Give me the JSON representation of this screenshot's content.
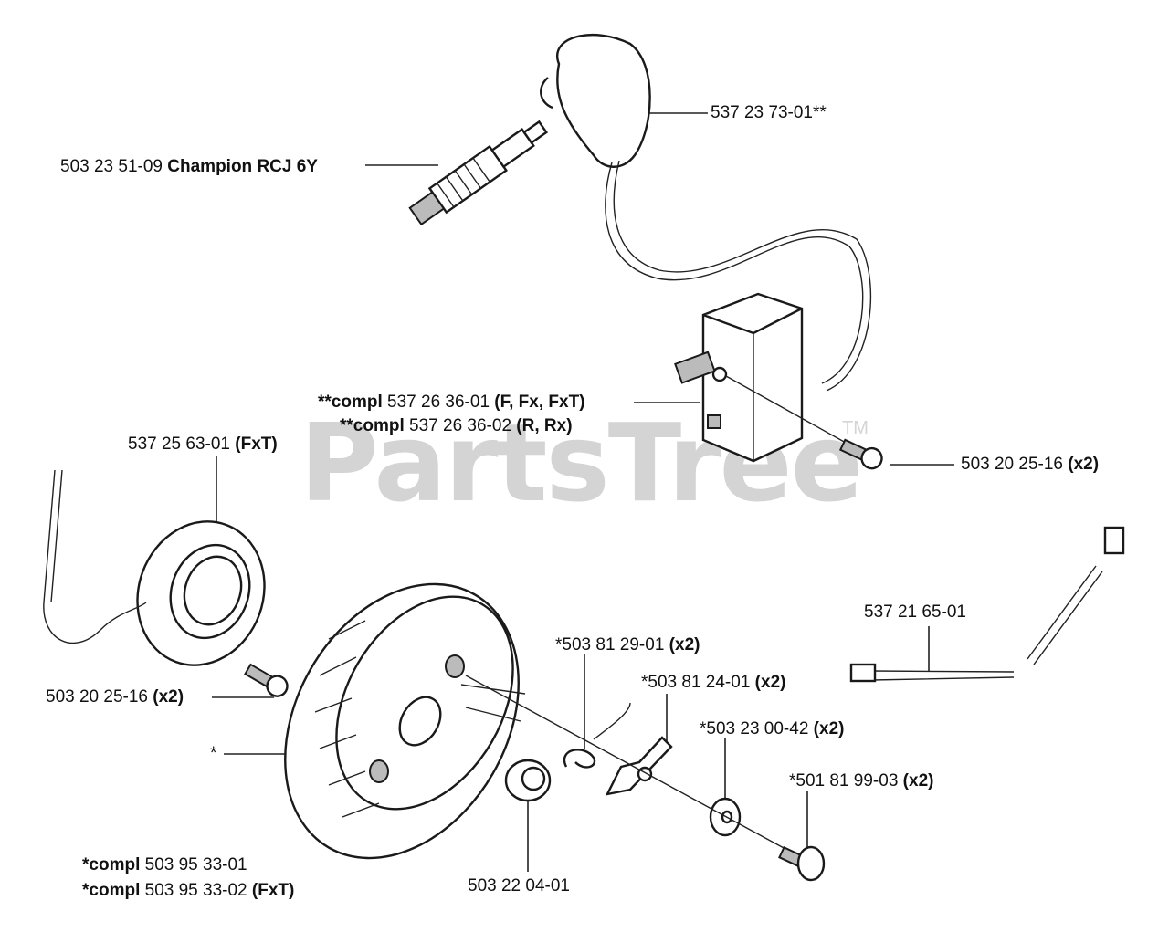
{
  "watermark": {
    "text": "PartsTree",
    "mark": "TM"
  },
  "labels": [
    {
      "id": "coil-cap",
      "num": "537 23 73-01**",
      "bold": ""
    },
    {
      "id": "spark-plug",
      "num": "503 23 51-09",
      "bold": "Champion RCJ 6Y"
    },
    {
      "id": "ignition-module-a",
      "prefix": "**compl",
      "num": " 537 26 36-01",
      "bold": "(F, Fx, FxT)"
    },
    {
      "id": "ignition-module-b",
      "prefix": "**compl",
      "num": " 537 26 36-02",
      "bold": "(R, Rx)"
    },
    {
      "id": "module-screw",
      "num": "503 20 25-16",
      "bold": "(x2)"
    },
    {
      "id": "generator",
      "num": "537 25 63-01",
      "bold": "(FxT)"
    },
    {
      "id": "generator-screw",
      "num": "503 20 25-16",
      "bold": "(x2)"
    },
    {
      "id": "cable",
      "num": "537 21 65-01",
      "bold": ""
    },
    {
      "id": "spring",
      "num": "*503 81 29-01",
      "bold": "(x2)"
    },
    {
      "id": "pawl",
      "num": "*503 81 24-01",
      "bold": "(x2)"
    },
    {
      "id": "washer",
      "num": "*503 23 00-42",
      "bold": "(x2)"
    },
    {
      "id": "pawl-screw",
      "num": "*501 81 99-03",
      "bold": "(x2)"
    },
    {
      "id": "flywheel-star",
      "num": "*",
      "bold": ""
    },
    {
      "id": "flywheel-a",
      "prefix": "*compl",
      "num": " 503 95 33-01",
      "bold": ""
    },
    {
      "id": "flywheel-b",
      "prefix": "*compl",
      "num": " 503 95 33-02",
      "bold": "(FxT)"
    },
    {
      "id": "nut",
      "num": "503 22 04-01",
      "bold": ""
    }
  ]
}
